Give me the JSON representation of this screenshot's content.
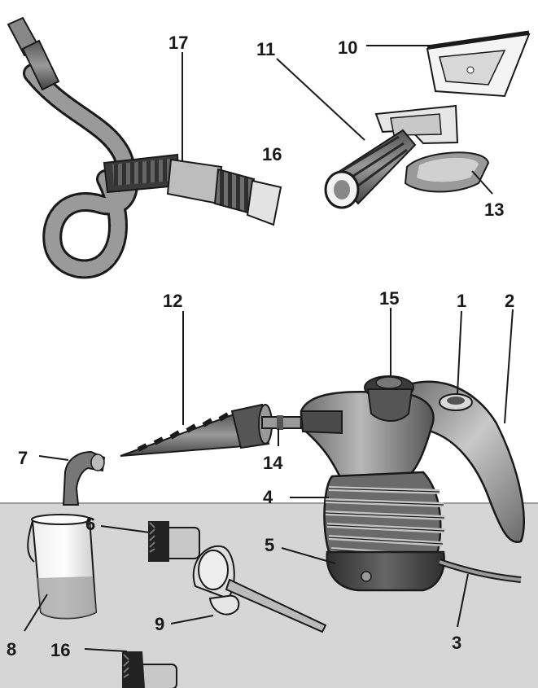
{
  "callouts": {
    "c1": "1",
    "c2": "2",
    "c3": "3",
    "c4": "4",
    "c5": "5",
    "c6": "6",
    "c7": "7",
    "c8": "8",
    "c9": "9",
    "c10": "10",
    "c11": "11",
    "c12": "12",
    "c13": "13",
    "c14": "14",
    "c15": "15",
    "c16a": "16",
    "c16b": "16",
    "c17": "17"
  },
  "colors": {
    "floor": "#d6d6d6",
    "outline": "#1a1a1a",
    "body_dark": "#4e4e4e",
    "body_mid": "#8a8a8a",
    "body_light": "#c8c8c8"
  }
}
